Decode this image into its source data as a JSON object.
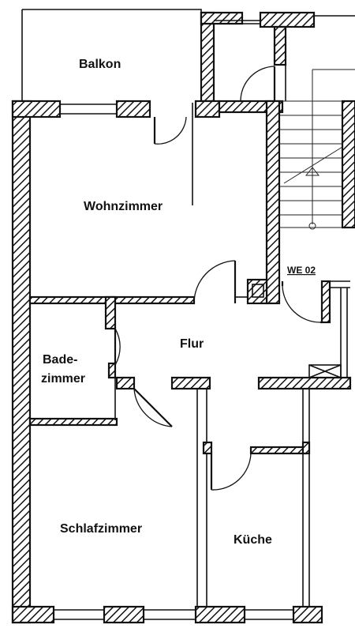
{
  "plan": {
    "unit_label": "WE 02",
    "rooms": {
      "balkon": "Balkon",
      "wohnzimmer": "Wohnzimmer",
      "flur": "Flur",
      "bade_line1": "Bade-",
      "bade_line2": "zimmer",
      "schlafzimmer": "Schlafzimmer",
      "kueche": "Küche"
    }
  }
}
